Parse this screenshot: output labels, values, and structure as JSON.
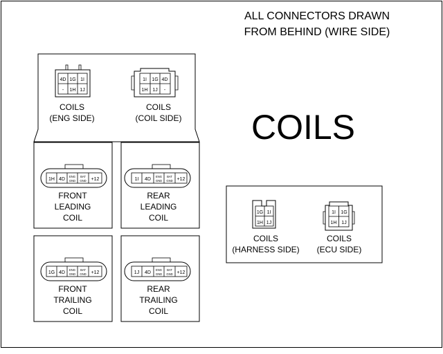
{
  "header": {
    "line1": "ALL CONNECTORS DRAWN",
    "line2": "FROM BEHIND (WIRE SIDE)",
    "color": "#e010d8"
  },
  "title": "COILS",
  "top_panel": {
    "eng_side": {
      "pins_top": [
        "4D",
        "1G",
        "1I"
      ],
      "pins_bottom": [
        "-",
        "1H",
        "1J"
      ],
      "label1": "COILS",
      "label2": "(ENG SIDE)"
    },
    "coil_side": {
      "pins_top": [
        "1I",
        "1G",
        "4D"
      ],
      "pins_bottom": [
        "1H",
        "1J",
        "-"
      ],
      "label1": "COILS",
      "label2": "(COIL SIDE)"
    }
  },
  "coils": [
    {
      "pins": [
        "1H",
        "4D",
        "ENG GND",
        "BAT GND",
        "+12"
      ],
      "label": [
        "FRONT",
        "LEADING",
        "COIL"
      ]
    },
    {
      "pins": [
        "1I",
        "4D",
        "ENG GND",
        "BAT GND",
        "+12"
      ],
      "label": [
        "REAR",
        "LEADING",
        "COIL"
      ]
    },
    {
      "pins": [
        "1G",
        "4D",
        "ENG GND",
        "BAT GND",
        "+12"
      ],
      "label": [
        "FRONT",
        "TRAILING",
        "COIL"
      ]
    },
    {
      "pins": [
        "1J",
        "4D",
        "ENG GND",
        "BAT GND",
        "+12"
      ],
      "label": [
        "REAR",
        "TRAILING",
        "COIL"
      ]
    }
  ],
  "right_panel": {
    "harness_side": {
      "pins_top": [
        "1G",
        "1I"
      ],
      "pins_bottom": [
        "1H",
        "1J"
      ],
      "label1": "COILS",
      "label2": "(HARNESS SIDE)"
    },
    "ecu_side": {
      "pins_top": [
        "1I",
        "1G"
      ],
      "pins_bottom": [
        "1H",
        "1J"
      ],
      "label1": "COILS",
      "label2": "(ECU SIDE)"
    }
  }
}
